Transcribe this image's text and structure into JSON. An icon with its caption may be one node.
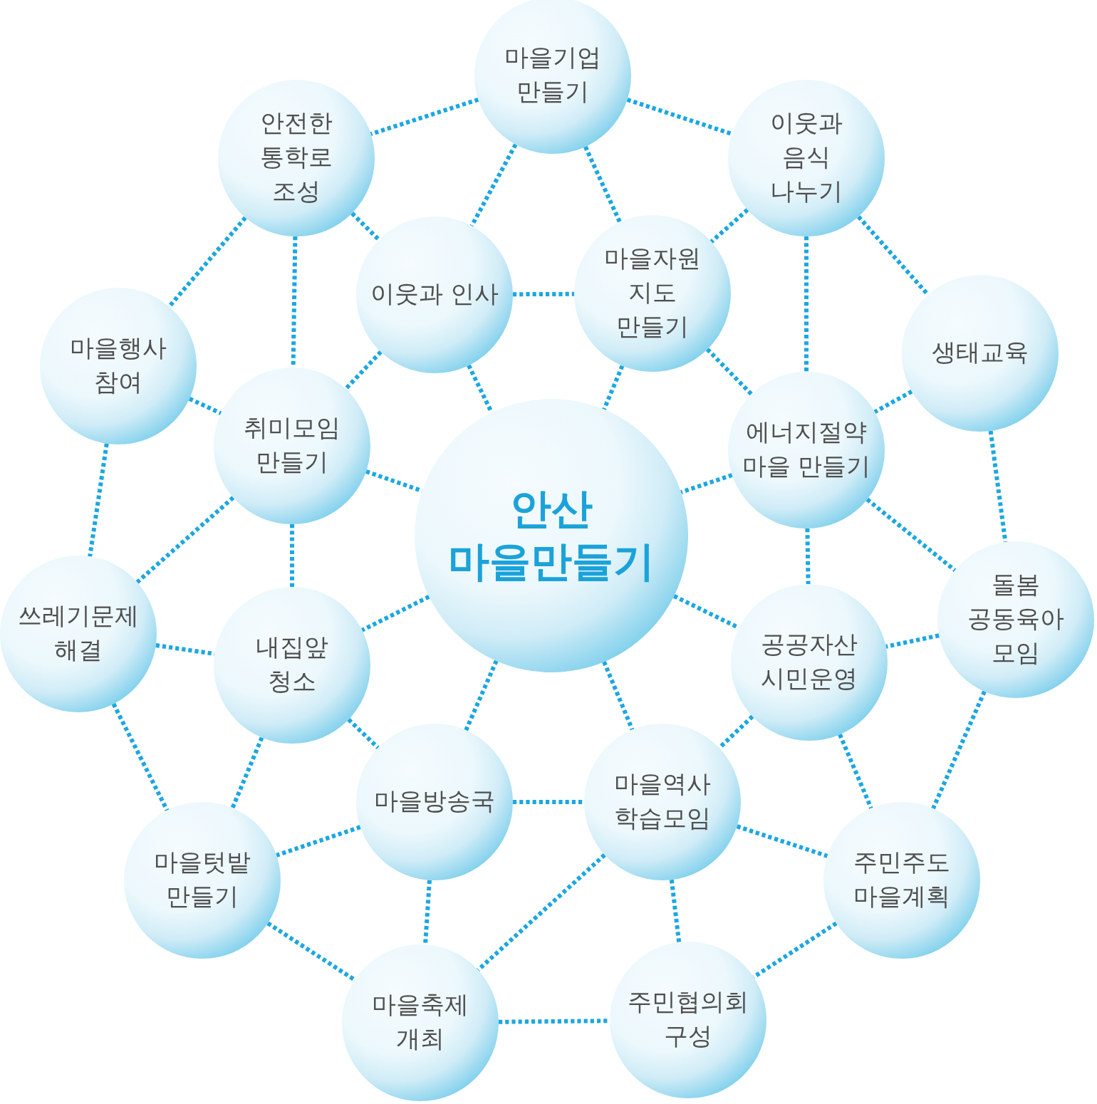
{
  "diagram": {
    "nodes": [
      {
        "text": [
          "마을기업 만들기"
        ]
      },
      {
        "text": [
          "안전한 통학로 조성"
        ]
      },
      {
        "text": [
          "이웃과 음식 나누기"
        ]
      },
      {
        "text": [
          "이웃과 인사"
        ]
      },
      {
        "text": [
          "마을자원 지도 만들기"
        ]
      },
      {
        "text": [
          "마을행사 참여"
        ]
      },
      {
        "text": [
          "생태교육"
        ]
      },
      {
        "text": [
          "취미모임 만들기"
        ]
      },
      {
        "text": [
          "에너지절약 마을 만들기"
        ]
      },
      {
        "text": [
          "안산 마을만들기"
        ]
      },
      {
        "text": [
          "쓰레기문제 해결"
        ]
      },
      {
        "text": [
          "내집앞 청소"
        ]
      },
      {
        "text": [
          "공공자산 시민운영"
        ]
      },
      {
        "text": [
          "돌봄 공동육아 모임"
        ]
      },
      {
        "text": [
          "마을방송국"
        ]
      },
      {
        "text": [
          "마을역사 학습모임"
        ]
      },
      {
        "text": [
          "마을텃밭 만들기"
        ]
      },
      {
        "text": [
          "주민주도 마을계획"
        ]
      },
      {
        "text": [
          "마을축제 개최"
        ]
      },
      {
        "text": [
          "주민협의회 구성"
        ]
      }
    ],
    "edges": [
      {
        "from": 0,
        "to": 1,
        "arrow": "none"
      },
      {
        "from": 0,
        "to": 2,
        "arrow": "none"
      },
      {
        "from": 0,
        "to": 3,
        "arrow": "none"
      },
      {
        "from": 0,
        "to": 4,
        "arrow": "none"
      },
      {
        "from": 1,
        "to": 3,
        "arrow": "none"
      },
      {
        "from": 1,
        "to": 5,
        "arrow": "none"
      },
      {
        "from": 1,
        "to": 7,
        "arrow": "none"
      },
      {
        "from": 2,
        "to": 4,
        "arrow": "none"
      },
      {
        "from": 2,
        "to": 6,
        "arrow": "none"
      },
      {
        "from": 2,
        "to": 8,
        "arrow": "none"
      },
      {
        "from": 3,
        "to": 4,
        "arrow": "none"
      },
      {
        "from": 3,
        "to": 7,
        "arrow": "none"
      },
      {
        "from": 3,
        "to": 9,
        "arrow": "none"
      },
      {
        "from": 4,
        "to": 8,
        "arrow": "none"
      },
      {
        "from": 4,
        "to": 9,
        "arrow": "none"
      },
      {
        "from": 6,
        "to": 8,
        "arrow": "none"
      },
      {
        "from": 6,
        "to": 13,
        "arrow": "none"
      },
      {
        "from": 5,
        "to": 7,
        "arrow": "none"
      },
      {
        "from": 5,
        "to": 10,
        "arrow": "none"
      },
      {
        "from": 7,
        "to": 9,
        "arrow": "none"
      },
      {
        "from": 7,
        "to": 10,
        "arrow": "none"
      },
      {
        "from": 7,
        "to": 11,
        "arrow": "none"
      },
      {
        "from": 8,
        "to": 9,
        "arrow": "none"
      },
      {
        "from": 8,
        "to": 13,
        "arrow": "none"
      },
      {
        "from": 8,
        "to": 12,
        "arrow": "none"
      },
      {
        "from": 10,
        "to": 11,
        "arrow": "none"
      },
      {
        "from": 10,
        "to": 16,
        "arrow": "none"
      },
      {
        "from": 9,
        "to": 11,
        "arrow": "none"
      },
      {
        "from": 9,
        "to": 12,
        "arrow": "none"
      },
      {
        "from": 9,
        "to": 14,
        "arrow": "none"
      },
      {
        "from": 9,
        "to": 15,
        "arrow": "none"
      },
      {
        "from": 13,
        "to": 12,
        "arrow": "none"
      },
      {
        "from": 13,
        "to": 17,
        "arrow": "none"
      },
      {
        "from": 11,
        "to": 14,
        "arrow": "none"
      },
      {
        "from": 11,
        "to": 16,
        "arrow": "none"
      },
      {
        "from": 12,
        "to": 15,
        "arrow": "none"
      },
      {
        "from": 12,
        "to": 17,
        "arrow": "none"
      },
      {
        "from": 14,
        "to": 15,
        "arrow": "none"
      },
      {
        "from": 14,
        "to": 16,
        "arrow": "none"
      },
      {
        "from": 14,
        "to": 18,
        "arrow": "none"
      },
      {
        "from": 15,
        "to": 17,
        "arrow": "none"
      },
      {
        "from": 15,
        "to": 19,
        "arrow": "none"
      },
      {
        "from": 15,
        "to": 18,
        "arrow": "none"
      },
      {
        "from": 17,
        "to": 19,
        "arrow": "none"
      },
      {
        "from": 16,
        "to": 18,
        "arrow": "none"
      },
      {
        "from": 18,
        "to": 19,
        "arrow": "none"
      }
    ]
  }
}
